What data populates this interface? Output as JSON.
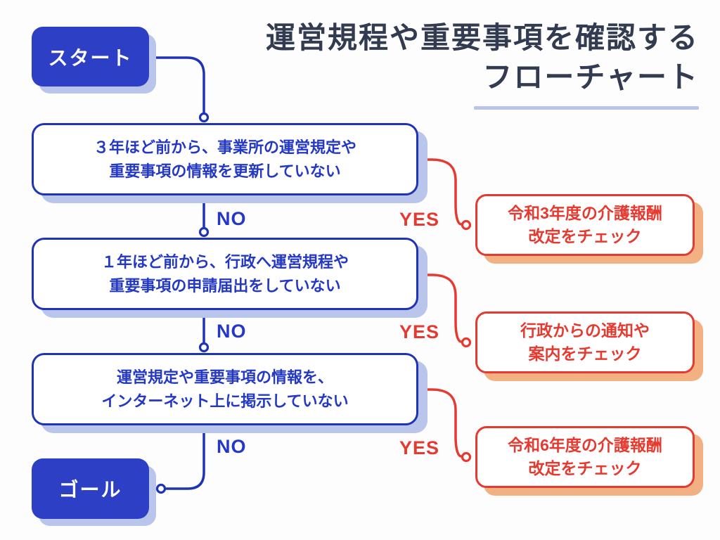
{
  "title": {
    "line1": "運営規程や重要事項を確認する",
    "line2": "フローチャート"
  },
  "start_label": "スタート",
  "goal_label": "ゴール",
  "branch_labels": {
    "no": "NO",
    "yes": "YES"
  },
  "decisions": [
    {
      "line1": "３年ほど前から、事業所の運営規定や",
      "line2": "重要事項の情報を更新していない"
    },
    {
      "line1": "１年ほど前から、行政へ運営規程や",
      "line2": "重要事項の申請届出をしていない"
    },
    {
      "line1": "運営規定や重要事項の情報を、",
      "line2": "インターネット上に掲示していない"
    }
  ],
  "results": [
    {
      "line1": "令和3年度の介護報酬",
      "line2": "改定をチェック"
    },
    {
      "line1": "行政からの通知や",
      "line2": "案内をチェック"
    },
    {
      "line1": "令和6年度の介護報酬",
      "line2": "改定をチェック"
    }
  ],
  "colors": {
    "ink-blue": "#1e34b4",
    "text-blue": "#2438c6",
    "fill-blue": "#2c3fc5",
    "periwinkle": "#b9c5ea",
    "ink-red": "#e63a30",
    "peach": "#f3b183",
    "title-ink": "#333b50",
    "underline": "#b9c5e8",
    "bg": "#fdfdfe"
  }
}
